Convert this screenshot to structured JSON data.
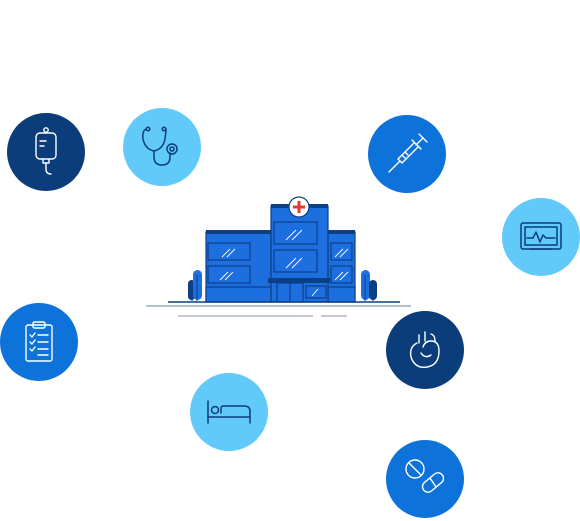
{
  "colors": {
    "navy": "#0a3d7a",
    "blue": "#0d72d9",
    "light_blue": "#62c9fb",
    "building_blue": "#1d6fe0",
    "building_dark": "#0b3f86",
    "ground": "#8a96a8",
    "cross_red": "#e53935"
  },
  "icons": [
    {
      "name": "iv-drip-icon",
      "style": "navy"
    },
    {
      "name": "stethoscope-icon",
      "style": "light"
    },
    {
      "name": "syringe-icon",
      "style": "blue"
    },
    {
      "name": "heart-monitor-icon",
      "style": "light"
    },
    {
      "name": "clipboard-checklist-icon",
      "style": "blue"
    },
    {
      "name": "heart-organ-icon",
      "style": "navy"
    },
    {
      "name": "hospital-bed-icon",
      "style": "light"
    },
    {
      "name": "pills-icon",
      "style": "blue"
    }
  ],
  "hospital": {
    "name": "hospital-building",
    "cross": "red-cross-icon"
  }
}
